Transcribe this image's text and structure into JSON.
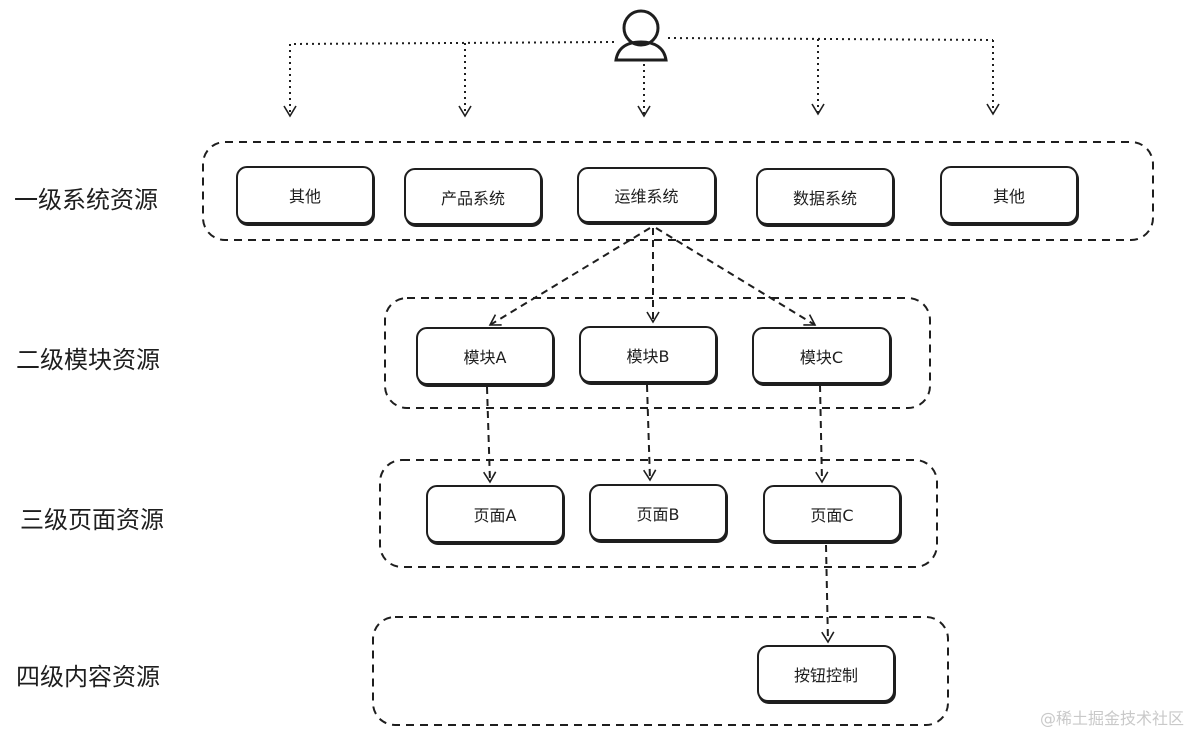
{
  "levels": [
    "一级系统资源",
    "二级模块资源",
    "三级页面资源",
    "四级内容资源"
  ],
  "nodes": {
    "sys_other_1": "其他",
    "sys_product": "产品系统",
    "sys_ops": "运维系统",
    "sys_data": "数据系统",
    "sys_other_2": "其他",
    "module_a": "模块A",
    "module_b": "模块B",
    "module_c": "模块C",
    "page_a": "页面A",
    "page_b": "页面B",
    "page_c": "页面C",
    "button_control": "按钮控制"
  },
  "actor": "user-icon",
  "watermark": "@稀土掘金技术社区",
  "colors": {
    "stroke": "#1e1e1e",
    "background": "#ffffff",
    "watermark": "#c9c9c9"
  }
}
